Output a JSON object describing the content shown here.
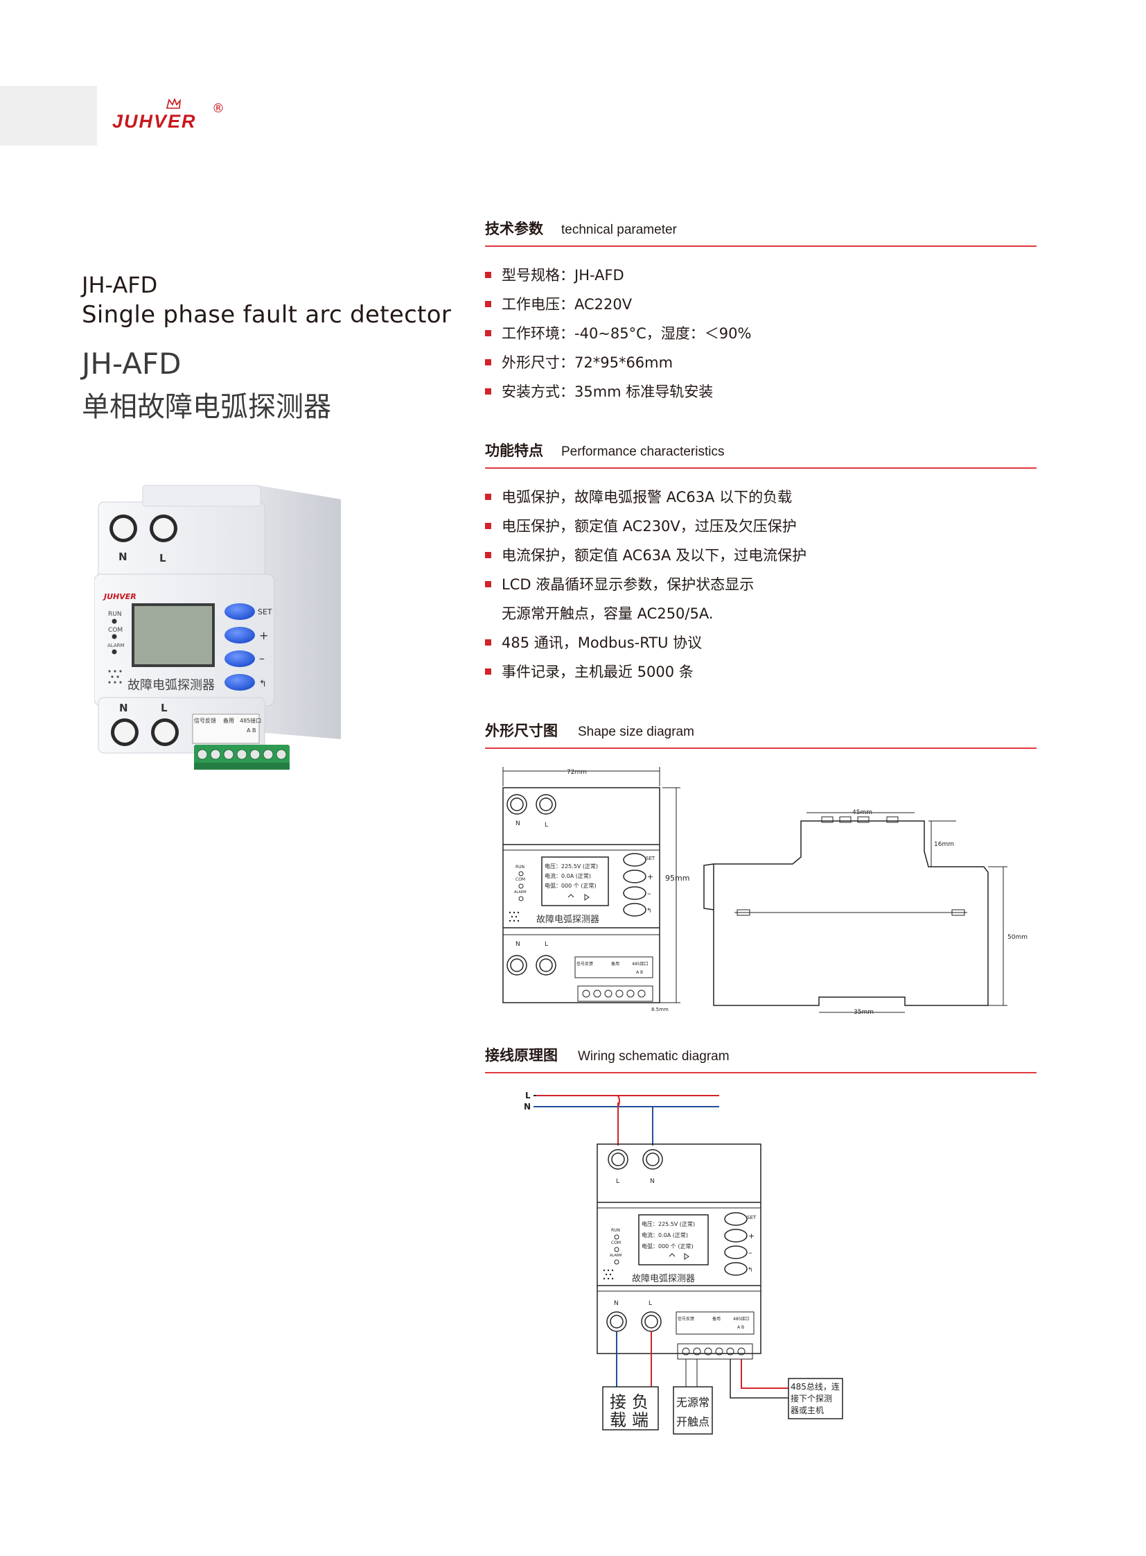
{
  "brand": {
    "logo_text": "JUHVER",
    "registered_mark": "®"
  },
  "title": {
    "model_en": "JH-AFD",
    "name_en": "Single phase fault arc detector",
    "model_cn": "JH-AFD",
    "name_cn": "单相故障电弧探测器"
  },
  "product_photo": {
    "top_terminals": [
      "N",
      "L"
    ],
    "bottom_terminals": [
      "N",
      "L"
    ],
    "logo": "JUHVER",
    "leds": [
      "RUN",
      "COM",
      "ALARM"
    ],
    "buttons": [
      "SET",
      "+",
      "–",
      "↰"
    ],
    "panel_label": "故障电弧探测器",
    "terminal_labels": [
      "信号反馈",
      "备用",
      "485接口",
      "A B"
    ]
  },
  "tech": {
    "heading_cn": "技术参数",
    "heading_en": "technical parameter",
    "items": [
      "型号规格：JH-AFD",
      "工作电压：AC220V",
      "工作环境：-40~85°C，湿度：＜90%",
      "外形尺寸：72*95*66mm",
      "安装方式：35mm 标准导轨安装"
    ]
  },
  "features": {
    "heading_cn": "功能特点",
    "heading_en": "Performance  characteristics",
    "items": [
      "电弧保护，故障电弧报警 AC63A 以下的负载",
      "电压保护，额定值 AC230V，过压及欠压保护",
      "电流保护，额定值 AC63A 及以下，过电流保护",
      "LCD 液晶循环显示参数，保护状态显示",
      "无源常开触点，容量 AC250/5A.",
      "485 通讯，Modbus-RTU 协议",
      "事件记录，主机最近 5000 条"
    ],
    "no_bullet_index": 4
  },
  "shape": {
    "heading_cn": "外形尺寸图",
    "heading_en": "Shape size diagram",
    "front": {
      "width_label": "72mm",
      "height_label": "95mm",
      "depth_label": "8.5mm",
      "top_terminals": [
        "N",
        "L"
      ],
      "bottom_terminals": [
        "N",
        "L"
      ],
      "lcd_lines": [
        "电压：225.5V (正常)",
        "电流：0.0A    (正常)",
        "电弧：000 个 (正常)"
      ],
      "leds": [
        "RUN",
        "COM",
        "ALARM"
      ],
      "buttons": [
        "SET",
        "+",
        "–",
        "↰"
      ],
      "panel_label": "故障电弧探测器",
      "terminal_labels": [
        "信号反馈",
        "备用",
        "485接口",
        "A B"
      ]
    },
    "side": {
      "top_label": "45mm",
      "step_label": "16mm",
      "height_label": "50mm",
      "rail_label": "35mm"
    }
  },
  "wiring": {
    "heading_cn": "接线原理图",
    "heading_en": "Wiring schematic diagram",
    "lines": [
      "L",
      "N"
    ],
    "top_terminals": [
      "L",
      "N"
    ],
    "bottom_terminals": [
      "N",
      "L"
    ],
    "lcd_lines": [
      "电压：225.5V (正常)",
      "电流：0.0A    (正常)",
      "电弧：000 个 (正常)"
    ],
    "leds": [
      "RUN",
      "COM",
      "ALARM"
    ],
    "buttons": [
      "SET",
      "+",
      "–",
      "↰"
    ],
    "panel_label": "故障电弧探测器",
    "terminal_labels": [
      "信号反馈",
      "备用",
      "485接口",
      "A B"
    ],
    "load_box": [
      "接",
      "负",
      "载",
      "端"
    ],
    "contact_box": [
      "无源常",
      "开触点"
    ],
    "bus_box": [
      "485总线，连",
      "接下个探测",
      "器或主机"
    ]
  },
  "colors": {
    "accent": "#e0383e",
    "brand": "#c9161c",
    "button_blue": "#2b5fd9",
    "terminal_green": "#2e9a52",
    "wire_red": "#d2232a",
    "wire_blue": "#1f4e9c"
  }
}
